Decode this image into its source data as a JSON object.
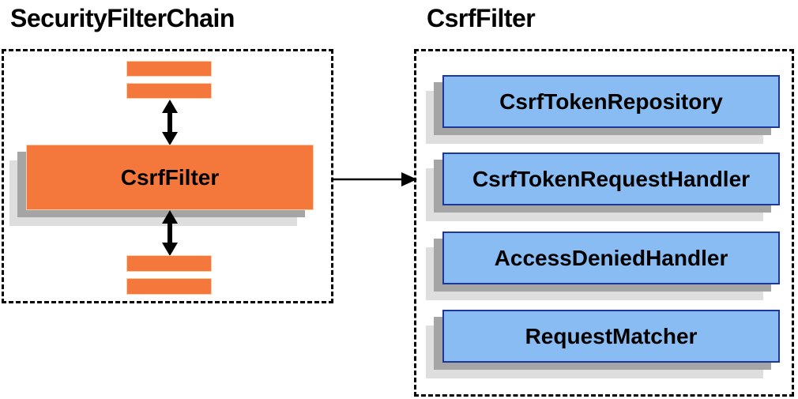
{
  "diagram": {
    "left_panel": {
      "title": "SecurityFilterChain",
      "node_label": "CsrfFilter"
    },
    "right_panel": {
      "title": "CsrfFilter",
      "components": [
        {
          "label": "CsrfTokenRepository"
        },
        {
          "label": "CsrfTokenRequestHandler"
        },
        {
          "label": "AccessDeniedHandler"
        },
        {
          "label": "RequestMatcher"
        }
      ]
    },
    "colors": {
      "node_orange_fill": "#F4783C",
      "node_orange_border": "#FBCDA8",
      "component_blue_fill": "#88BCF2",
      "component_blue_border": "#1E3799",
      "shadow_dark": "#A5A5A5",
      "shadow_light": "#DEDEDE",
      "arrow_black": "#000000",
      "text_black": "#000000"
    }
  }
}
